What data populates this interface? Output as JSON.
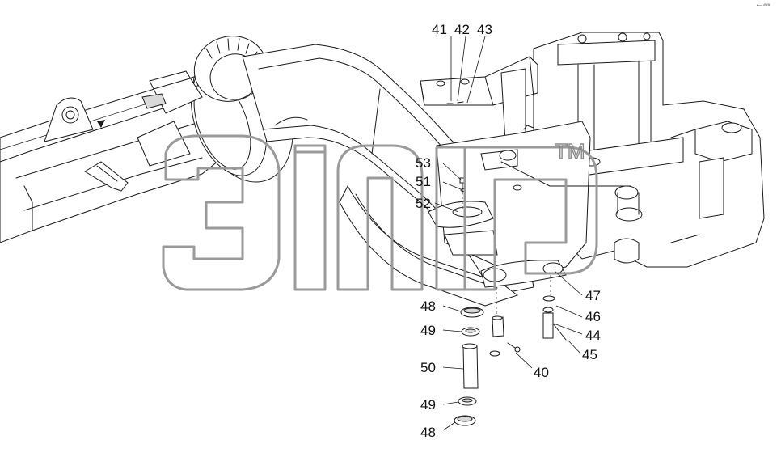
{
  "diagram": {
    "callouts": {
      "c41": "41",
      "c42": "42",
      "c43": "43",
      "c53": "53",
      "c51": "51",
      "c52": "52",
      "c47": "47",
      "c48a": "48",
      "c46": "46",
      "c49a": "49",
      "c44": "44",
      "c45": "45",
      "c50": "50",
      "c40": "40",
      "c49b": "49",
      "c48b": "48"
    },
    "watermark": {
      "trademark": "TM"
    },
    "corner_mark": "•— ###"
  }
}
